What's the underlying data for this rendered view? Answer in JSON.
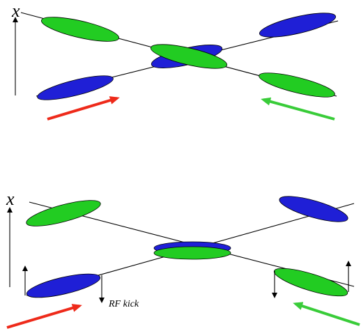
{
  "colors": {
    "blue_bunch": "#1f1fd6",
    "green_bunch": "#22cc22",
    "red_arrow": "#ee2a1a",
    "green_arrow": "#39cc39",
    "line": "#000000"
  },
  "top_panel": {
    "axis_label": "x"
  },
  "bottom_panel": {
    "axis_label": "x",
    "kick_label": "RF kick"
  }
}
